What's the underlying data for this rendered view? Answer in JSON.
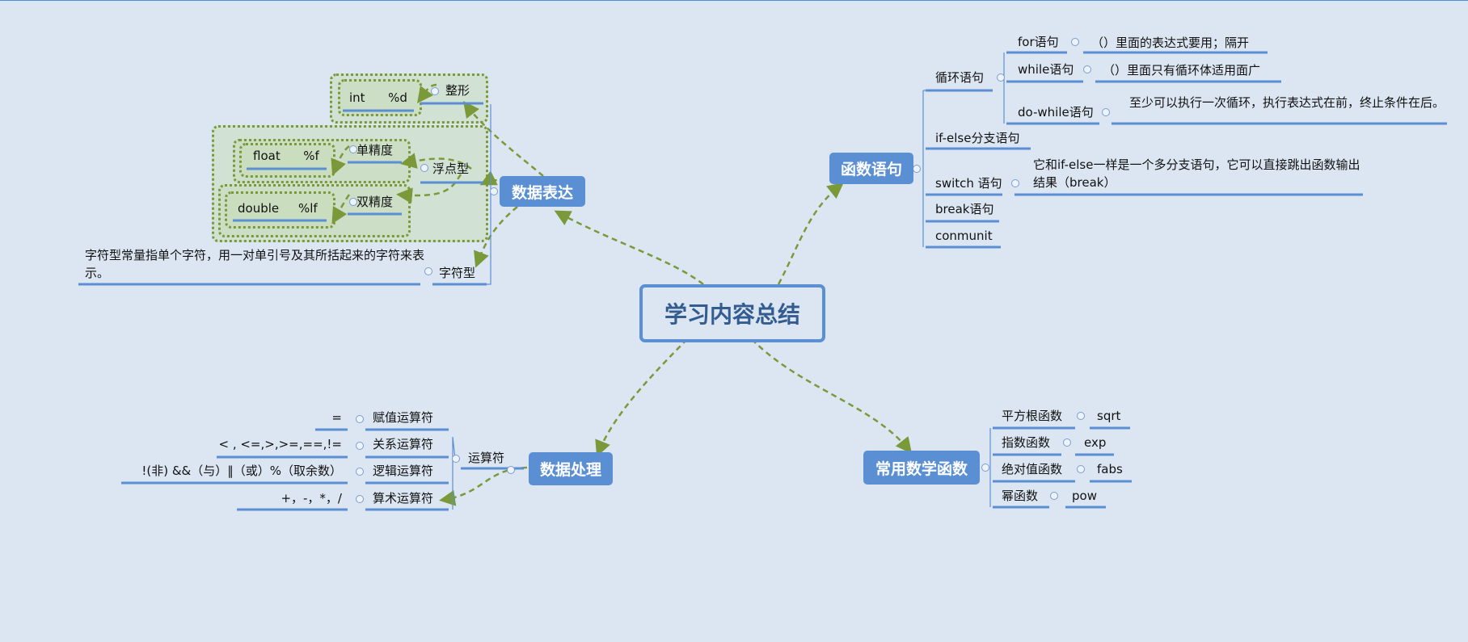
{
  "central": "学习内容总结",
  "topics": {
    "data_expr": "数据表达",
    "func_stmt": "函数语句",
    "data_proc": "数据处理",
    "math_func": "常用数学函数"
  },
  "data_expr": {
    "int_label": "整形",
    "int_value": "int      %d",
    "float_label": "浮点型",
    "single_label": "单精度",
    "single_value": "float      %f",
    "double_label": "双精度",
    "double_value": "double     %lf",
    "char_label": "字符型",
    "char_desc": "字符型常量指单个字符，用一对单引号及其所括起来的字符来表示。"
  },
  "func_stmt": {
    "loop": "循环语句",
    "for": "for语句",
    "for_desc": "（）里面的表达式要用；隔开",
    "while": "while语句",
    "while_desc": "（）里面只有循环体适用面广",
    "dowhile": "do-while语句",
    "dowhile_desc": "至少可以执行一次循环，执行表达式在前，终止条件在后。",
    "ifelse": "if-else分支语句",
    "switch": "switch 语句",
    "switch_desc": "它和if-else一样是一个多分支语句，它可以直接跳出函数输出结果（break）",
    "break": "break语句",
    "conmunit": "conmunit"
  },
  "data_proc": {
    "operators": "运算符",
    "assign": "赋值运算符",
    "assign_val": "=",
    "relational": "关系运算符",
    "relational_val": "< , <=,>,>=,==,!=",
    "logical": "逻辑运算符",
    "logical_val": "!(非)  &&（与）‖（或）%（取余数）",
    "arith": "算术运算符",
    "arith_val": "+，-，*，/"
  },
  "math_func": {
    "sqrt_label": "平方根函数",
    "sqrt": "sqrt",
    "exp_label": "指数函数",
    "exp": "exp",
    "abs_label": "绝对值函数",
    "abs": "fabs",
    "pow_label": "幂函数",
    "pow": "pow"
  },
  "colors": {
    "topic": "#5b8fd4",
    "arrow": "#7a9a3a",
    "background": "#dce6f2"
  }
}
